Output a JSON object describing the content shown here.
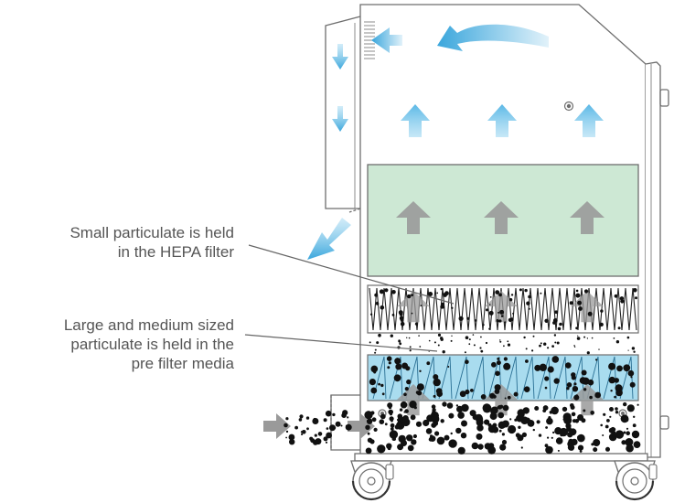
{
  "labels": {
    "hepa": [
      "Small particulate is held",
      "in the HEPA filter"
    ],
    "prefilter": [
      "Large and medium sized",
      "particulate is held in the",
      "pre filter media"
    ]
  },
  "colors": {
    "outline": "#6e6e6e",
    "airflow_blue": "#4ab0e0",
    "hepa_panel": "#cde8d4",
    "prefilter_media": "#a9dcef",
    "flow_arrow_grey": "#9a9a9a",
    "particle": "#111111"
  },
  "icons": [
    "airflow-arrow-icon",
    "caster-wheel-icon",
    "screw-icon"
  ]
}
